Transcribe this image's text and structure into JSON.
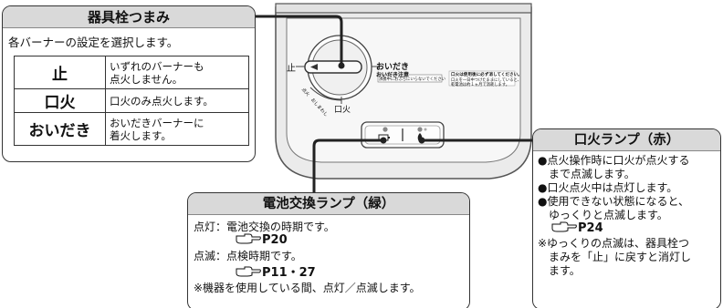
{
  "knob_box": {
    "title": "器具栓つまみ",
    "intro": "各バーナーの設定を選択します。",
    "rows": [
      {
        "option": "止",
        "desc1": "いずれのバーナーも",
        "desc2": "点火しません。"
      },
      {
        "option": "口火",
        "desc1": "口火のみ点火します。",
        "desc2": ""
      },
      {
        "option": "おいだき",
        "desc1": "おいだきバーナーに",
        "desc2": "着火します。"
      }
    ]
  },
  "battery_box": {
    "title": "電池交換ランプ（緑）",
    "line1": "点灯：電池交換の時期です。",
    "ref1": "P20",
    "line2": "点滅：点検時期です。",
    "ref2": "P11・27",
    "note": "※機器を使用している間、点灯／点滅します。"
  },
  "ignition_box": {
    "title": "口火ランプ（赤）",
    "b1_l1": "●点火操作時に口火が点火する",
    "b1_l2": "まで点滅します。",
    "b2": "●口火点火中は点灯します。",
    "b3_l1": "●使用できない状態になると、",
    "b3_l2": "ゆっくりと点滅します。",
    "ref": "P24",
    "note_l1": "※ゆっくりの点滅は、器具栓つ",
    "note_l2": "まみを「止」に戻すと消灯し",
    "note_l3": "ます。"
  },
  "device": {
    "label_stop": "止",
    "label_oidaki": "おいだき",
    "label_kuchibi": "口火",
    "label_oidaki_sub": "おいだき注意",
    "label_small": "点火　おしまわし",
    "notice_left": "沸騰中におふろにいらないでください",
    "notice_right1": "口火は使用後に必ず消してください。",
    "notice_right2": "口火を一日中つけたままにしていると、",
    "notice_right3": "乾電池は約１ヵ月で消耗します。"
  },
  "colors": {
    "title_bar": "#d9d9d9",
    "border": "#333333",
    "device_body": "#ececec",
    "device_panel": "#f7f7f7"
  }
}
